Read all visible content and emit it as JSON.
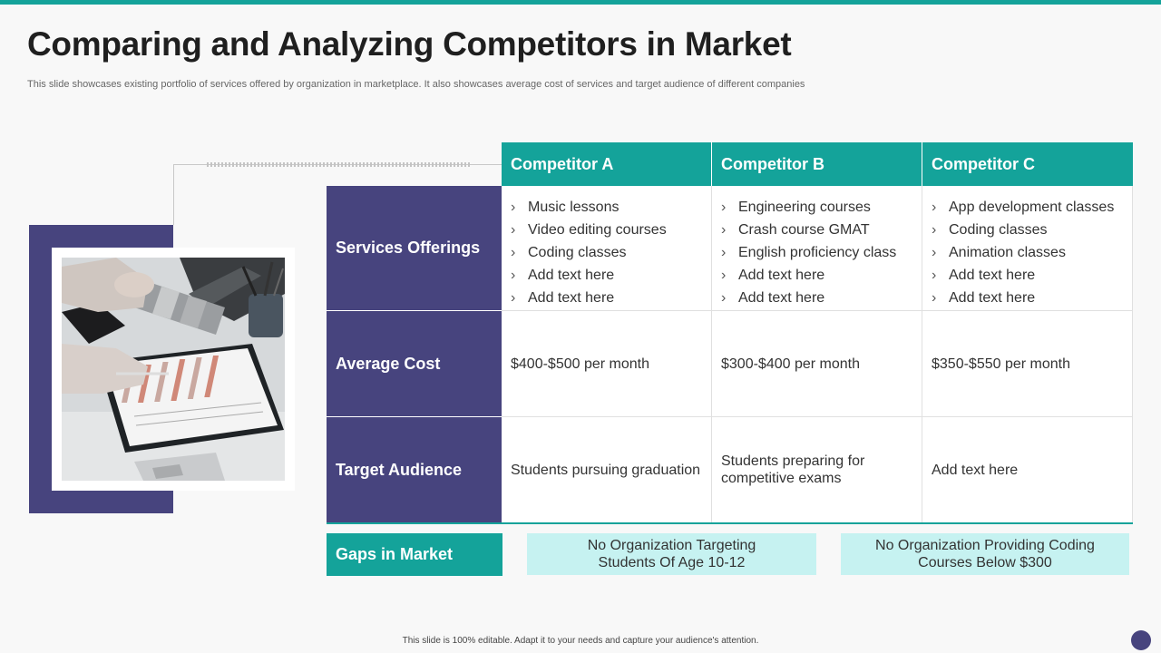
{
  "title": "Comparing and Analyzing Competitors in Market",
  "subtitle": "This slide showcases existing portfolio of services offered by organization in marketplace. It also showcases average cost of services and target audience of different companies",
  "table": {
    "competitors": [
      "Competitor A",
      "Competitor B",
      "Competitor C"
    ],
    "rows": {
      "services": {
        "label": "Services Offerings",
        "cells": [
          [
            "Music lessons",
            "Video editing courses",
            "Coding classes",
            "Add text here",
            "Add text here"
          ],
          [
            "Engineering courses",
            "Crash course GMAT",
            "English proficiency class",
            "Add text here",
            "Add text here"
          ],
          [
            "App development classes",
            "Coding classes",
            "Animation classes",
            "Add text here",
            "Add text here"
          ]
        ]
      },
      "cost": {
        "label": "Average Cost",
        "cells": [
          "$400-$500 per month",
          "$300-$400 per month",
          "$350-$550 per month"
        ]
      },
      "audience": {
        "label": "Target Audience",
        "cells": [
          "Students pursuing graduation",
          "Students preparing for competitive exams",
          "Add text here"
        ]
      }
    }
  },
  "gaps": {
    "label": "Gaps in Market",
    "items": [
      "No Organization Targeting Students Of Age 10-12",
      "No Organization Providing Coding Courses Below $300"
    ]
  },
  "footer": "This slide is 100% editable. Adapt it to your needs and capture your audience's attention.",
  "bullet_glyph": "›",
  "colors": {
    "teal": "#14a39a",
    "purple": "#47447e",
    "light_teal": "#c6f2f1"
  }
}
